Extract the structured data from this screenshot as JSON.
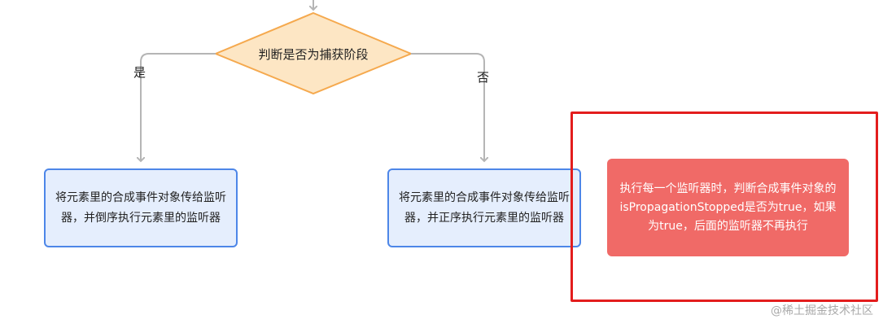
{
  "diagram": {
    "decision": {
      "label": "判断是否为捕获阶段"
    },
    "edges": {
      "yes_label": "是",
      "no_label": "否"
    },
    "left_box": {
      "label": "将元素里的合成事件对象传给监听器，并倒序执行元素里的监听器"
    },
    "right_box": {
      "label": "将元素里的合成事件对象传给监听器，并正序执行元素里的监听器"
    },
    "note": {
      "label": "执行每一个监听器时，判断合成事件对象的isPropagationStopped是否为true，如果为true，后面的监听器不再执行"
    },
    "colors": {
      "decision_fill": "#fde6c4",
      "decision_stroke": "#f5a94e",
      "box_fill": "#e5eefd",
      "box_stroke": "#4d86e8",
      "note_fill": "#f06a67",
      "highlight": "#e31d1d",
      "connector": "#b5b5b5"
    }
  },
  "watermark": "@稀土掘金技术社区"
}
